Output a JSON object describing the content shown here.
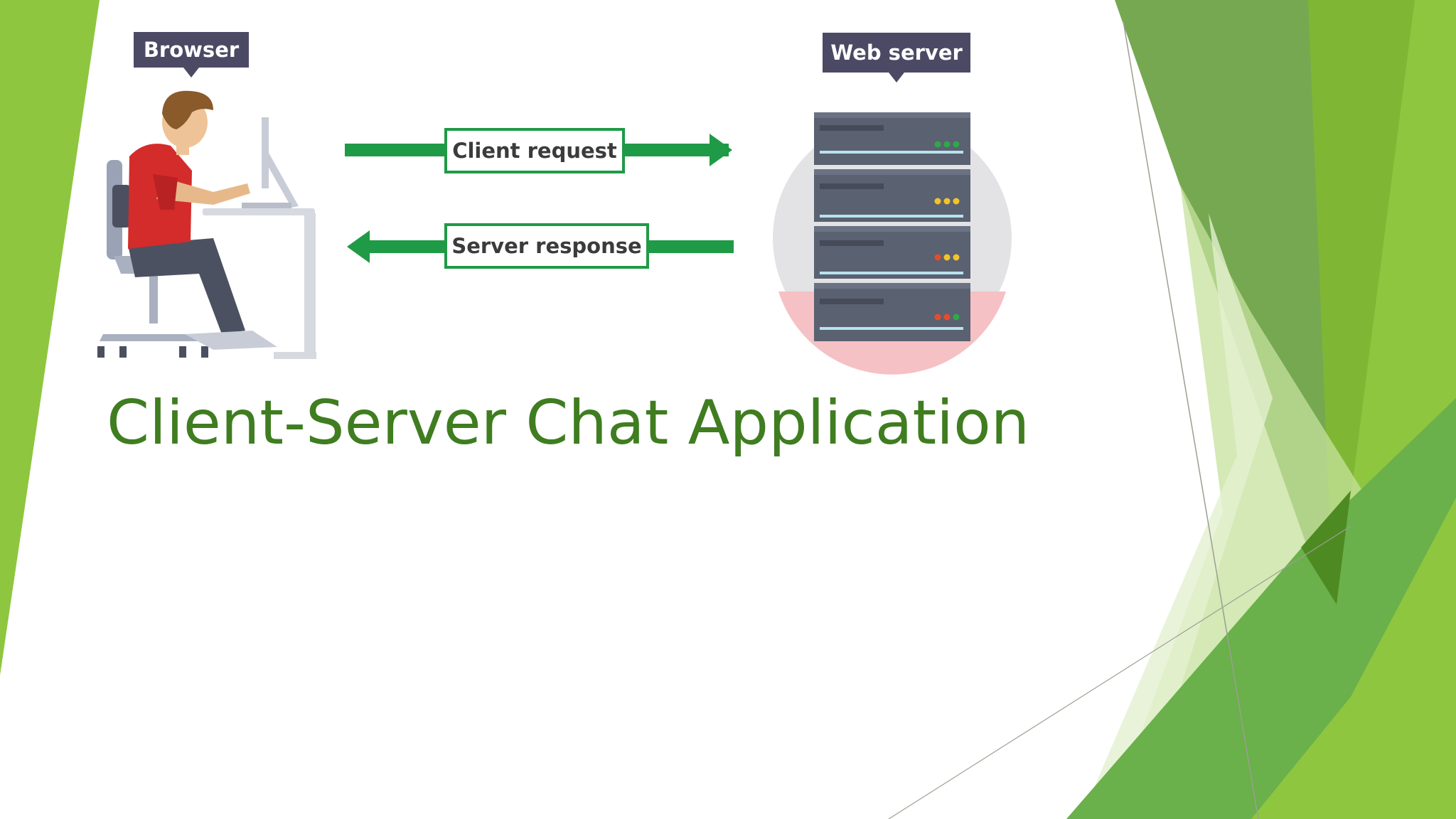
{
  "slide": {
    "title": "Client-Server Chat Application"
  },
  "diagram": {
    "client_label": "Browser",
    "server_label": "Web server",
    "request_label": "Client request",
    "response_label": "Server response"
  },
  "colors": {
    "title": "#3f7d20",
    "arrow": "#1f9a46",
    "tag_bg": "#4b4964",
    "accent_green": "#8dc63f",
    "server_body": "#5a6170"
  }
}
